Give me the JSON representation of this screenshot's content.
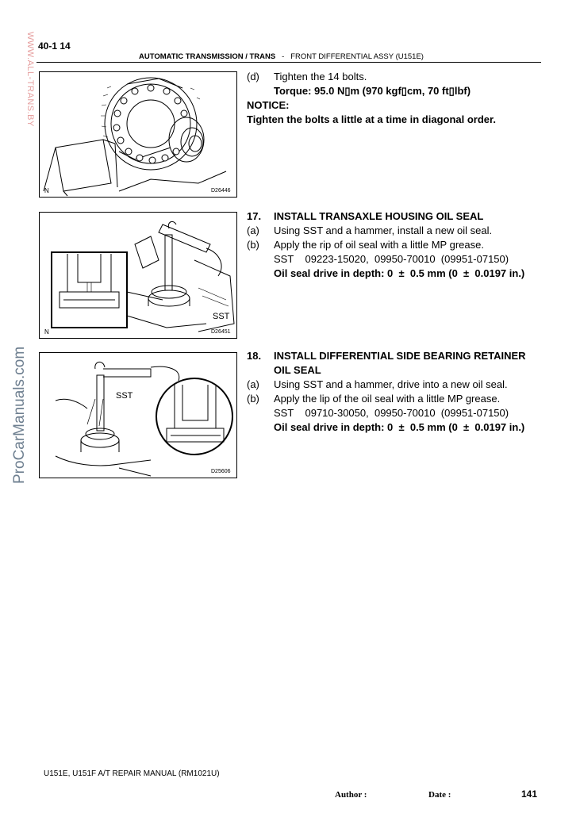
{
  "page": {
    "section_number": "40-1 14",
    "header_bold": "AUTOMATIC TRANSMISSION / TRANS",
    "header_sep": "-",
    "header_rest": "FRONT DIFFERENTIAL ASSY (U151E)",
    "watermark_top": "WWW.ALL-TRANS.BY",
    "watermark_side": "ProCarManuals.com"
  },
  "figures": [
    {
      "corner_label": "N",
      "code": "D26446"
    },
    {
      "corner_label": "N",
      "code": "D26451",
      "callout": "SST"
    },
    {
      "code": "D25606",
      "callout": "SST"
    }
  ],
  "steps": {
    "d": {
      "key": "(d)",
      "text": "Tighten the 14 bolts.",
      "torque": "Torque: 95.0 N▯m (970 kgf▯cm, 70 ft▯lbf)",
      "notice_title": "NOTICE:",
      "notice_text": "Tighten the bolts a little at a time in diagonal order."
    },
    "s17": {
      "num": "17.",
      "title": "INSTALL TRANSAXLE HOUSING OIL SEAL",
      "a_key": "(a)",
      "a_text": "Using SST and a hammer, install a new oil seal.",
      "b_key": "(b)",
      "b_text": "Apply the rip of oil seal with a little MP grease.",
      "sst": "SST    09223-15020,  09950-70010  (09951-07150)",
      "depth": "Oil seal drive in depth: 0  ±  0.5 mm (0  ±  0.0197 in.)"
    },
    "s18": {
      "num": "18.",
      "title_line1": "INSTALL DIFFERENTIAL SIDE BEARING RETAINER",
      "title_line2": "OIL SEAL",
      "a_key": "(a)",
      "a_text": "Using SST and a hammer, drive into a new oil seal.",
      "b_key": "(b)",
      "b_text": "Apply the lip of the oil seal with a little MP grease.",
      "sst": "SST    09710-30050,  09950-70010  (09951-07150)",
      "depth": "Oil seal drive in depth: 0  ±  0.5 mm (0  ±  0.0197 in.)"
    }
  },
  "footer": {
    "manual": "U151E, U151F A/T REPAIR MANUAL   (RM1021U)",
    "author": "Author :",
    "date": "Date :",
    "page_number": "141"
  }
}
